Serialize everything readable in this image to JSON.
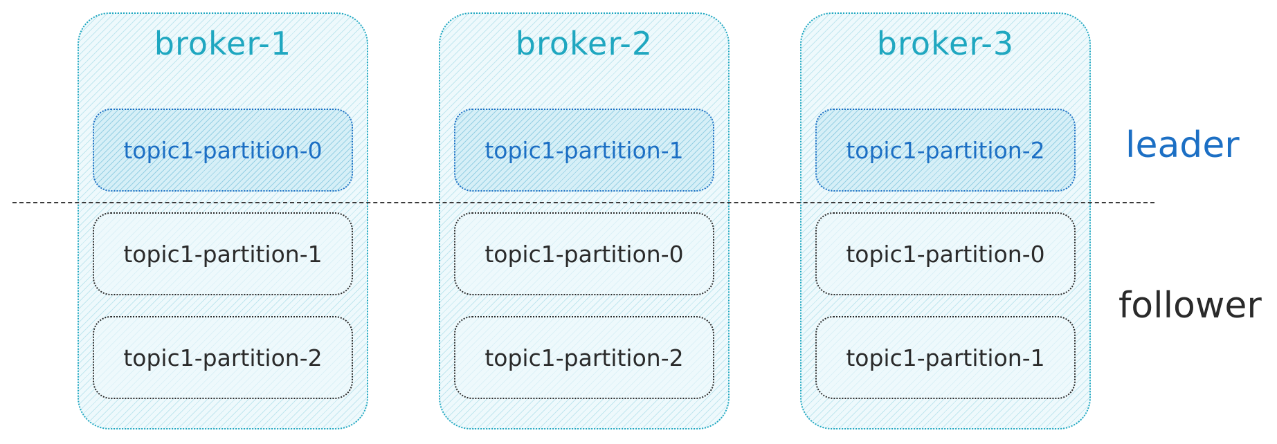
{
  "brokers": [
    {
      "title": "broker-1",
      "leader": "topic1-partition-0",
      "followers": [
        "topic1-partition-1",
        "topic1-partition-2"
      ]
    },
    {
      "title": "broker-2",
      "leader": "topic1-partition-1",
      "followers": [
        "topic1-partition-0",
        "topic1-partition-2"
      ]
    },
    {
      "title": "broker-3",
      "leader": "topic1-partition-2",
      "followers": [
        "topic1-partition-0",
        "topic1-partition-1"
      ]
    }
  ],
  "labels": {
    "leader": "leader",
    "follower": "follower"
  },
  "colors": {
    "broker": "#1fa7c0",
    "leader": "#1c6fc4",
    "follower": "#2a2a2a",
    "divider": "#3a3a3a"
  }
}
